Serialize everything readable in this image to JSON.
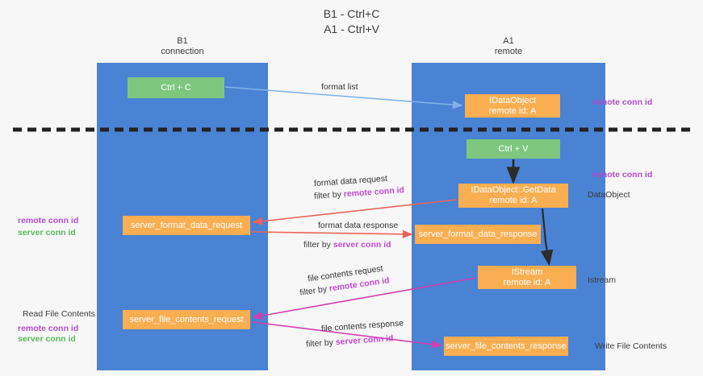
{
  "title": "B1 - Ctrl+C\nA1 - Ctrl+V",
  "columns": {
    "left": "B1\nconnection",
    "right": "A1\nremote"
  },
  "boxes": {
    "ctrl_c": "Ctrl + C",
    "idataobject": "IDataObject\nremote id: A",
    "ctrl_v": "Ctrl + V",
    "getdata": "IDataObject::GetData\nremote id: A",
    "server_format_data_request": "server_format_data_request",
    "server_format_data_response": "server_format_data_response",
    "istream": "IStream\nremote id: A",
    "server_file_contents_request": "server_file_contents_request",
    "server_file_contents_response": "server_file_contents_response"
  },
  "edge_labels": {
    "format_list": "format list",
    "format_data_request": "format data request",
    "format_data_request_filter_prefix": "filter by ",
    "format_data_request_filter_key": "remote conn id",
    "format_data_response": "format data response",
    "format_data_response_filter_prefix": "filter by ",
    "format_data_response_filter_key": "server conn id",
    "file_contents_request": "file contents request",
    "file_contents_request_filter_prefix": "filter by ",
    "file_contents_request_filter_key": "remote conn id",
    "file_contents_response": "file contents response",
    "file_contents_response_filter_prefix": "filter by ",
    "file_contents_response_filter_key": "server conn id"
  },
  "right_annotations": {
    "remote_conn_id_top": "remote conn id",
    "remote_conn_id_mid": "remote conn id",
    "data_object": "DataObject",
    "istream": "Istream",
    "write_file_contents": "Write File Contents"
  },
  "left_annotations": {
    "remote_conn_id_a": "remote conn id",
    "server_conn_id_a": "server conn id",
    "read_file_contents": "Read File Contents",
    "remote_conn_id_b": "remote conn id",
    "server_conn_id_b": "server conn id"
  },
  "colors": {
    "lane": "#4a82d4",
    "green_box": "#7ec77f",
    "orange_box": "#f9ae52",
    "purple": "#b14ccc",
    "green_text": "#5cb860",
    "arrow_blue": "#7fb3e8",
    "arrow_red": "#e8645a",
    "arrow_magenta": "#d33fb0",
    "arrow_dark": "#2b2b2b"
  }
}
